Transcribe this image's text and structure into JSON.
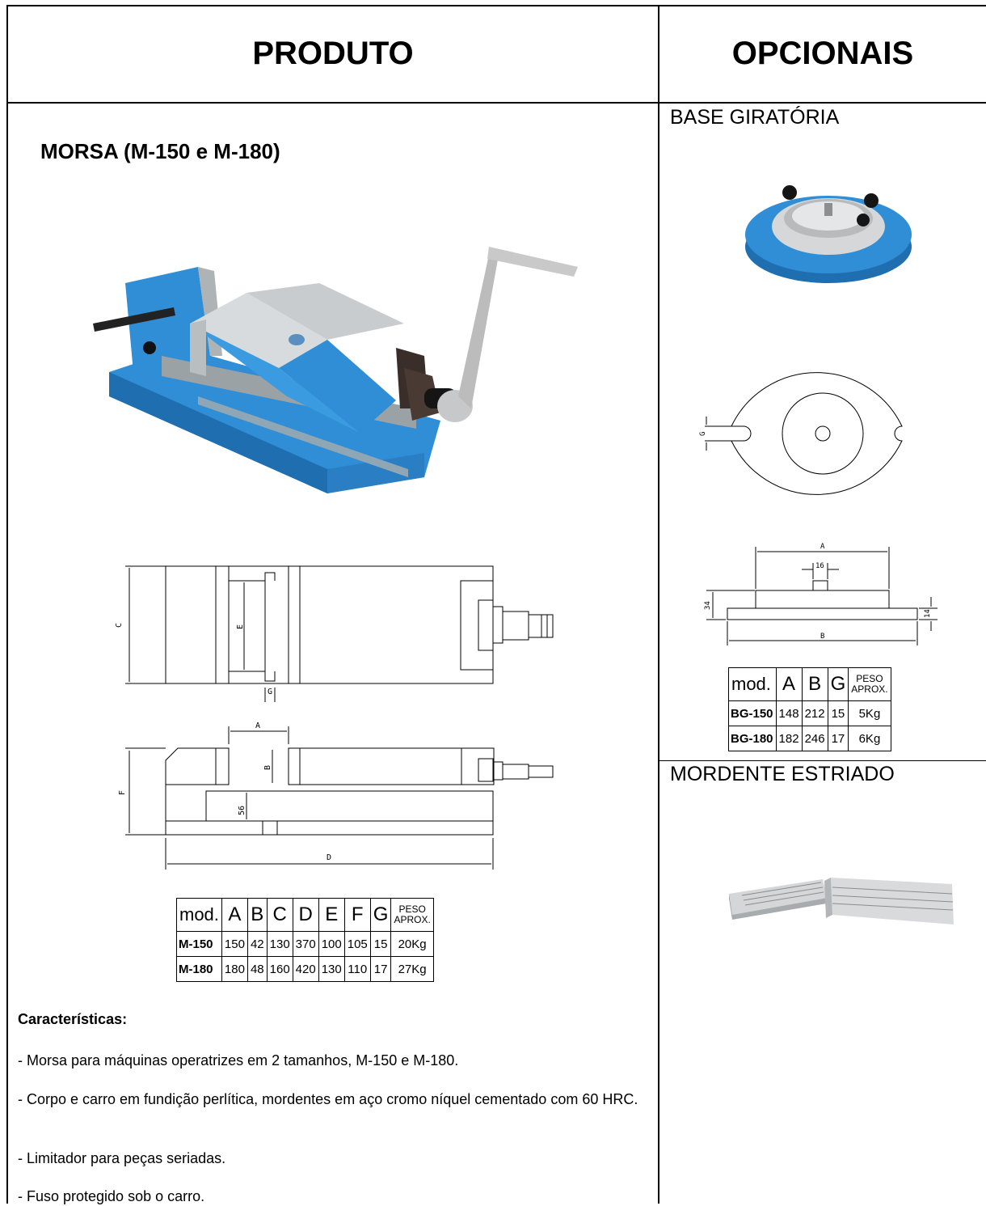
{
  "header": {
    "produto": "PRODUTO",
    "opcionais": "OPCIONAIS"
  },
  "product": {
    "title": "MORSA (M-150 e M-180)",
    "drawing_labels": {
      "c": "C",
      "e": "E",
      "g": "G",
      "a": "A",
      "b": "B",
      "f": "F",
      "d": "D",
      "dim56": "56"
    },
    "table": {
      "headers": [
        "mod.",
        "A",
        "B",
        "C",
        "D",
        "E",
        "F",
        "G"
      ],
      "peso_header": [
        "PESO",
        "APROX."
      ],
      "rows": [
        {
          "mod": "M-150",
          "cells": [
            "150",
            "42",
            "130",
            "370",
            "100",
            "105",
            "15"
          ],
          "peso": "20Kg"
        },
        {
          "mod": "M-180",
          "cells": [
            "180",
            "48",
            "160",
            "420",
            "130",
            "110",
            "17"
          ],
          "peso": "27Kg"
        }
      ]
    },
    "features_heading": "Características:",
    "features": [
      "- Morsa para máquinas operatrizes em 2 tamanhos, M-150 e M-180.",
      "- Corpo e carro em fundição perlítica, mordentes em aço cromo níquel cementado com 60 HRC.",
      "- Limitador para peças seriadas.",
      "- Fuso protegido sob o carro."
    ]
  },
  "optionals": {
    "base_title": "BASE GIRATÓRIA",
    "base_drawing_labels": {
      "g": "G",
      "a": "A",
      "b": "B",
      "dim16": "16",
      "dim34": "34",
      "dim14": "14"
    },
    "base_table": {
      "headers": [
        "mod.",
        "A",
        "B",
        "G"
      ],
      "peso_header": [
        "PESO",
        "APROX."
      ],
      "rows": [
        {
          "mod": "BG-150",
          "cells": [
            "148",
            "212",
            "15"
          ],
          "peso": "5Kg"
        },
        {
          "mod": "BG-180",
          "cells": [
            "182",
            "246",
            "17"
          ],
          "peso": "6Kg"
        }
      ]
    },
    "mordente_title": "MORDENTE ESTRIADO"
  },
  "colors": {
    "vise_blue": "#2f8ed6",
    "steel": "#c9ccce",
    "dark": "#3a2e2a"
  }
}
